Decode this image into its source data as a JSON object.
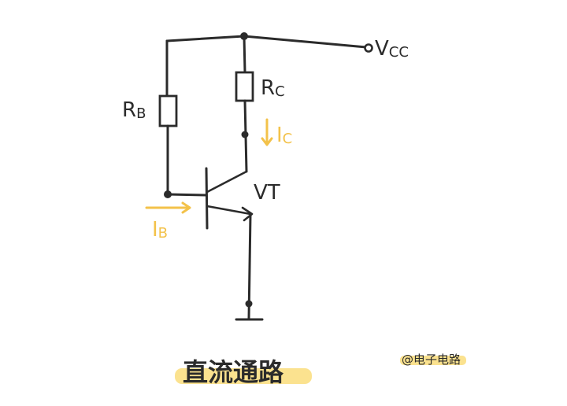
{
  "labels": {
    "vcc_main": "V",
    "vcc_sub": "CC",
    "rb_main": "R",
    "rb_sub": "B",
    "rc_main": "R",
    "rc_sub": "C",
    "ic_main": "I",
    "ic_sub": "C",
    "ib_main": "I",
    "ib_sub": "B",
    "transistor": "VT"
  },
  "caption": {
    "title": "直流通路",
    "credit": "@电子电路"
  },
  "colors": {
    "wire": "#2b2b2b",
    "current_arrow": "#f3c24a",
    "highlight": "#fbe28f"
  }
}
